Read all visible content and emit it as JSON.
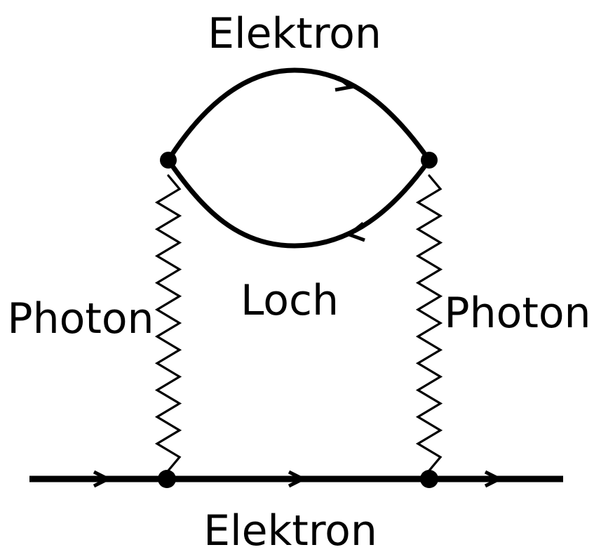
{
  "labels": {
    "top_electron": "Elektron",
    "hole": "Loch",
    "left_photon": "Photon",
    "right_photon": "Photon",
    "bottom_electron": "Elektron"
  },
  "colors": {
    "ink": "#000000",
    "background": "#ffffff"
  }
}
